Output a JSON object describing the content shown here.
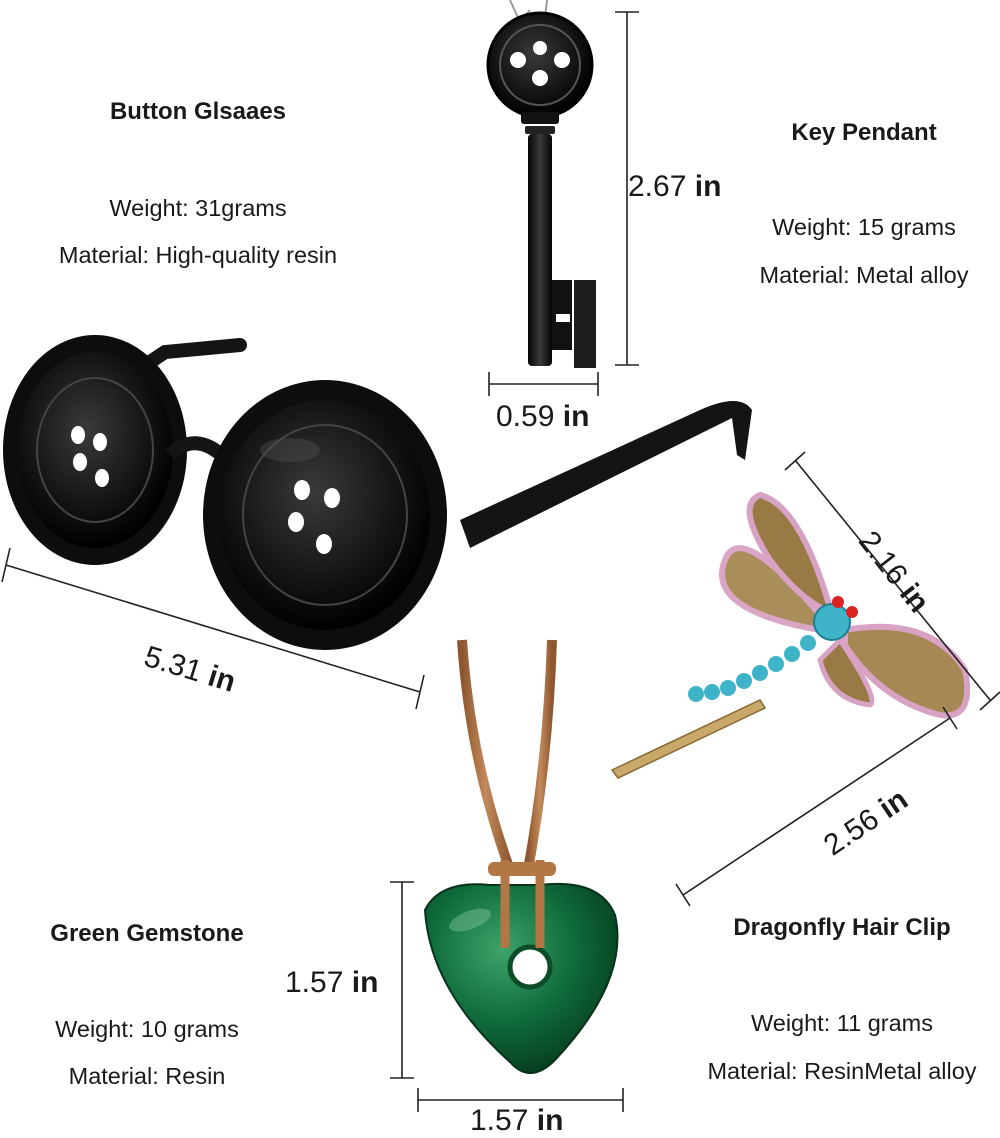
{
  "products": {
    "glasses": {
      "name": "Button Glsaaes",
      "weight": "Weight: 31grams",
      "material": "Material: High-quality resin",
      "dim_width_value": "5.31",
      "dim_unit": "in"
    },
    "key": {
      "name": "Key Pendant",
      "weight": "Weight: 15 grams",
      "material": "Material: Metal alloy",
      "dim_height_value": "2.67",
      "dim_width_value": "0.59",
      "dim_unit": "in"
    },
    "dragonfly": {
      "name": "Dragonfly Hair Clip",
      "weight": "Weight: 11 grams",
      "material": "Material: ResinMetal alloy",
      "dim_a_value": "2.16",
      "dim_b_value": "2.56",
      "dim_unit": "in"
    },
    "gemstone": {
      "name": "Green Gemstone",
      "weight": "Weight: 10 grams",
      "material": "Material: Resin",
      "dim_height_value": "1.57",
      "dim_width_value": "1.57",
      "dim_unit": "in"
    }
  },
  "colors": {
    "text": "#1a1a1a",
    "black_plastic": "#151515",
    "cord": "#a86c3f",
    "gem": "#0f6a3a",
    "gold": "#9a7a44",
    "pink_crystal": "#d8a2c4",
    "blue_crystal": "#3fb3c8"
  },
  "icons": [
    "button-glasses-illustration",
    "key-pendant-illustration",
    "dragonfly-clip-illustration",
    "heart-gemstone-illustration"
  ]
}
